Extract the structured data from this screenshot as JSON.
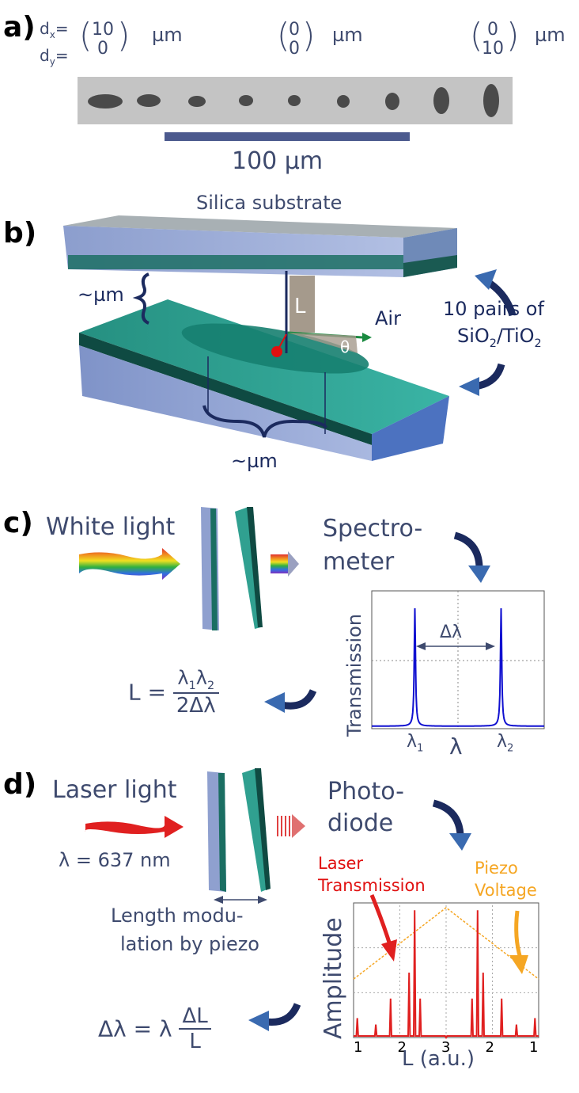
{
  "panel_a": {
    "label": "a)",
    "dx_label": "d",
    "dx_sub": "x",
    "dy_label": "d",
    "dy_sub": "y",
    "eq": "=",
    "vectors": [
      {
        "top": "10",
        "bottom": "0"
      },
      {
        "top": "0",
        "bottom": "0"
      },
      {
        "top": "0",
        "bottom": "10"
      }
    ],
    "unit": "µm",
    "scalebar_label": "100 µm"
  },
  "panel_b": {
    "label": "b)",
    "substrate": "Silica substrate",
    "gap_label": "~µm",
    "L_label": "L",
    "air_label": "Air",
    "theta_label": "θ",
    "pairs_line1": "10 pairs of",
    "pairs_line2_a": "SiO",
    "pairs_line2_sub1": "2",
    "pairs_line2_b": "/TiO",
    "pairs_line2_sub2": "2",
    "width_label": "~µm"
  },
  "panel_c": {
    "label": "c)",
    "source": "White light",
    "detector_line1": "Spectro-",
    "detector_line2": "meter",
    "ylabel": "Transmission",
    "delta_label": "Δλ",
    "x_label": "λ",
    "tick1": "λ",
    "tick1_sub": "1",
    "tick2": "λ",
    "tick2_sub": "2",
    "formula_lhs": "L =",
    "formula_num_a": "λ",
    "formula_num_s1": "1",
    "formula_num_b": "λ",
    "formula_num_s2": "2",
    "formula_den": "2Δλ"
  },
  "panel_d": {
    "label": "d)",
    "source": "Laser light",
    "wavelength": "λ = 637 nm",
    "detector_line1": "Photo-",
    "detector_line2": "diode",
    "mod_line1": "Length modu-",
    "mod_line2": "lation by piezo",
    "laser_line1": "Laser",
    "laser_line2": "Transmission",
    "piezo_line1": "Piezo",
    "piezo_line2": "Voltage",
    "ylabel": "Amplitude",
    "xlabel": "L (a.u.)",
    "xticks": [
      "1",
      "2",
      "3",
      "2",
      "1"
    ],
    "formula_lhs": "Δλ =  λ",
    "formula_num": "ΔL",
    "formula_den": "L"
  },
  "colors": {
    "text": "#3e4a6e",
    "navy": "#1b2a5e",
    "teal": "#1e9080",
    "spectrum_line": "#1010d0",
    "laser_red": "#e02020",
    "piezo_orange": "#f5a623"
  },
  "chart_data": [
    {
      "type": "line",
      "series": [
        {
          "x": [
            0,
            0.5,
            0.95,
            1,
            1.05,
            1.5,
            2.5,
            2.95,
            3,
            3.05,
            3.5,
            4
          ],
          "values": [
            0.02,
            0.03,
            0.2,
            0.95,
            0.2,
            0.04,
            0.04,
            0.2,
            0.95,
            0.2,
            0.03,
            0.02
          ]
        }
      ],
      "ylabel": "Transmission",
      "xlabel": "λ",
      "ylim": [
        0,
        1
      ],
      "grid": true
    },
    {
      "type": "line",
      "categories": [
        "1",
        "2",
        "3",
        "2",
        "1"
      ],
      "series": [
        {
          "name": "Laser Transmission",
          "x": [
            0.02,
            0.12,
            0.2,
            0.3,
            0.33,
            0.36,
            0.5,
            0.64,
            0.67,
            0.7,
            0.8,
            0.88,
            0.98
          ],
          "values": [
            0.15,
            0.1,
            0.3,
            0.5,
            0.98,
            0.3,
            0.0,
            0.3,
            0.98,
            0.5,
            0.3,
            0.1,
            0.15
          ]
        },
        {
          "name": "Piezo Voltage",
          "x": [
            0,
            0.5,
            1
          ],
          "values": [
            0.45,
            1.0,
            0.45
          ]
        }
      ],
      "ylabel": "Amplitude",
      "xlabel": "L (a.u.)",
      "ylim": [
        0,
        1
      ],
      "grid": true
    }
  ]
}
